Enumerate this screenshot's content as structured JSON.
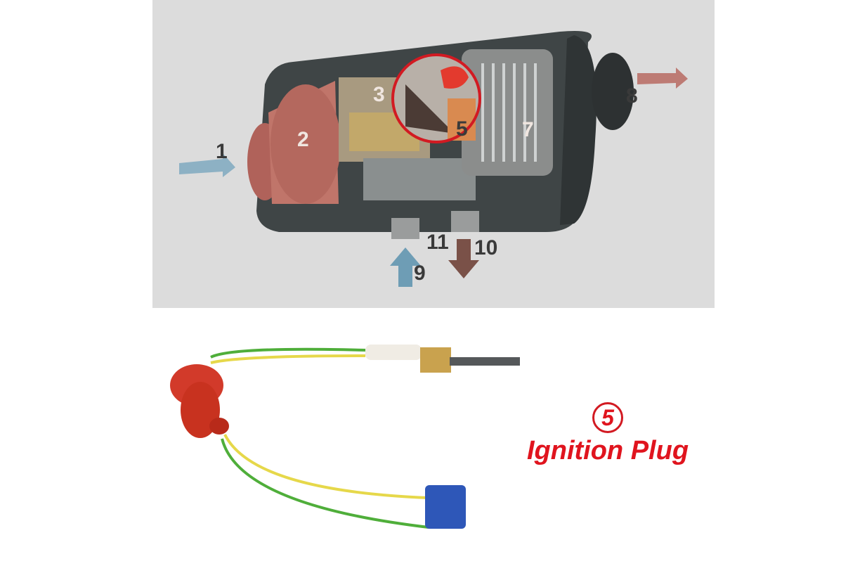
{
  "diagram": {
    "labels": {
      "n1": "1",
      "n2": "2",
      "n3": "3",
      "n5": "5",
      "n7": "7",
      "n8": "8",
      "n9": "9",
      "n10": "10",
      "n11": "11"
    },
    "highlight_color": "#d21a22",
    "background_color": "#dcdcdc"
  },
  "caption": {
    "number": "5",
    "title": "Ignition Plug",
    "color": "#e0141e"
  }
}
